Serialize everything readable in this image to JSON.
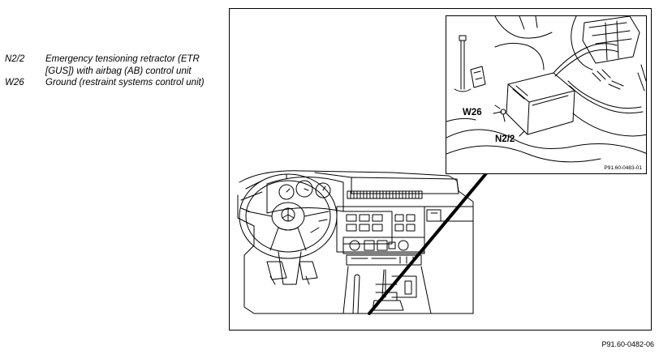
{
  "legend": {
    "items": [
      {
        "code": "N2/2",
        "description": "Emergency tensioning retractor (ETR [GUS]) with airbag (AB) control unit"
      },
      {
        "code": "W26",
        "description": "Ground (restraint systems control unit)"
      }
    ]
  },
  "inset": {
    "callouts": {
      "w26": "W26",
      "n2_2": "N2/2"
    },
    "reference": "P91.60-0483-01"
  },
  "figure": {
    "reference": "P91.60-0482-06"
  },
  "colors": {
    "line": "#000000",
    "background": "#ffffff"
  }
}
